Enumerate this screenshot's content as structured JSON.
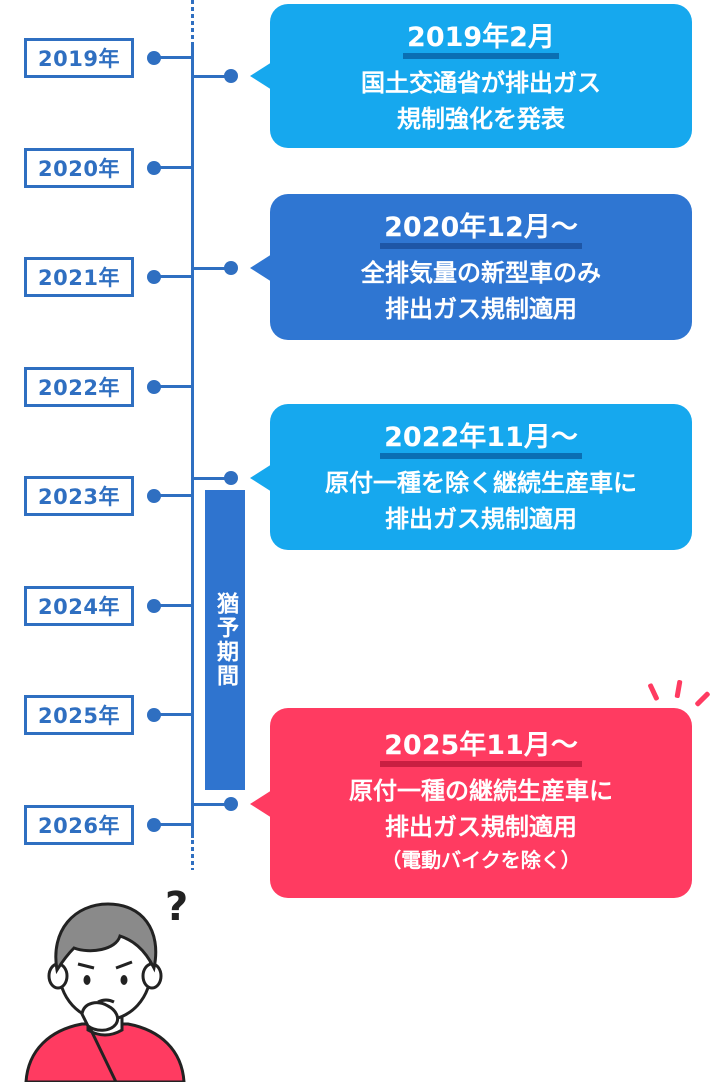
{
  "years": [
    "2019年",
    "2020年",
    "2021年",
    "2022年",
    "2023年",
    "2024年",
    "2025年",
    "2026年"
  ],
  "grace_label": "猶予期間",
  "events": [
    {
      "title": "2019年2月",
      "lines": [
        "国土交通省が排出ガス",
        "規制強化を発表"
      ]
    },
    {
      "title": "2020年12月〜",
      "lines": [
        "全排気量の新型車のみ",
        "排出ガス規制適用"
      ]
    },
    {
      "title": "2022年11月〜",
      "lines": [
        "原付一種を除く継続生産車に",
        "排出ガス規制適用"
      ]
    },
    {
      "title": "2025年11月〜",
      "lines": [
        "原付一種の継続生産車に",
        "排出ガス規制適用"
      ],
      "note": "（電動バイクを除く）"
    }
  ],
  "question_mark": "?",
  "colors": {
    "timeline": "#2f6fc1",
    "light_blue": "#16a8ee",
    "blue": "#2f76d2",
    "red": "#ff3b61"
  }
}
